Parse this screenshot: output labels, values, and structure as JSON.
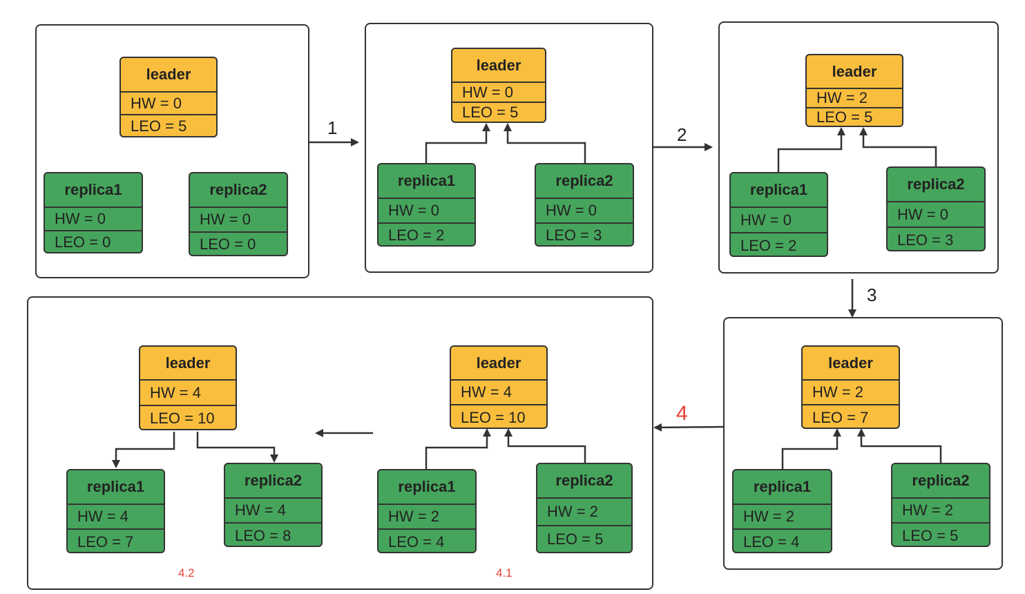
{
  "step_labels": {
    "s1": "1",
    "s2": "2",
    "s3": "3",
    "s4": "4",
    "s41": "4.1",
    "s42": "4.2"
  },
  "colors": {
    "leader": "#F9BE3D",
    "replica": "#46A55C",
    "stroke": "#333333",
    "accent": "#E8402F"
  },
  "panels": [
    {
      "id": "p1",
      "leader": {
        "title": "leader",
        "hw": "HW = 0",
        "leo": "LEO = 5"
      },
      "replica1": {
        "title": "replica1",
        "hw": "HW = 0",
        "leo": "LEO = 0"
      },
      "replica2": {
        "title": "replica2",
        "hw": "HW = 0",
        "leo": "LEO = 0"
      }
    },
    {
      "id": "p2",
      "leader": {
        "title": "leader",
        "hw": "HW = 0",
        "leo": "LEO = 5"
      },
      "replica1": {
        "title": "replica1",
        "hw": "HW = 0",
        "leo": "LEO = 2"
      },
      "replica2": {
        "title": "replica2",
        "hw": "HW = 0",
        "leo": "LEO = 3"
      }
    },
    {
      "id": "p3",
      "leader": {
        "title": "leader",
        "hw": "HW = 2",
        "leo": "LEO = 5"
      },
      "replica1": {
        "title": "replica1",
        "hw": "HW = 0",
        "leo": "LEO = 2"
      },
      "replica2": {
        "title": "replica2",
        "hw": "HW = 0",
        "leo": "LEO = 3"
      }
    },
    {
      "id": "p4",
      "leader": {
        "title": "leader",
        "hw": "HW = 2",
        "leo": "LEO = 7"
      },
      "replica1": {
        "title": "replica1",
        "hw": "HW = 2",
        "leo": "LEO = 4"
      },
      "replica2": {
        "title": "replica2",
        "hw": "HW = 2",
        "leo": "LEO = 5"
      }
    },
    {
      "id": "p41",
      "leader": {
        "title": "leader",
        "hw": "HW = 4",
        "leo": "LEO = 10"
      },
      "replica1": {
        "title": "replica1",
        "hw": "HW = 2",
        "leo": "LEO = 4"
      },
      "replica2": {
        "title": "replica2",
        "hw": "HW = 2",
        "leo": "LEO = 5"
      }
    },
    {
      "id": "p42",
      "leader": {
        "title": "leader",
        "hw": "HW = 4",
        "leo": "LEO = 10"
      },
      "replica1": {
        "title": "replica1",
        "hw": "HW = 4",
        "leo": "LEO = 7"
      },
      "replica2": {
        "title": "replica2",
        "hw": "HW = 4",
        "leo": "LEO = 8"
      }
    }
  ]
}
